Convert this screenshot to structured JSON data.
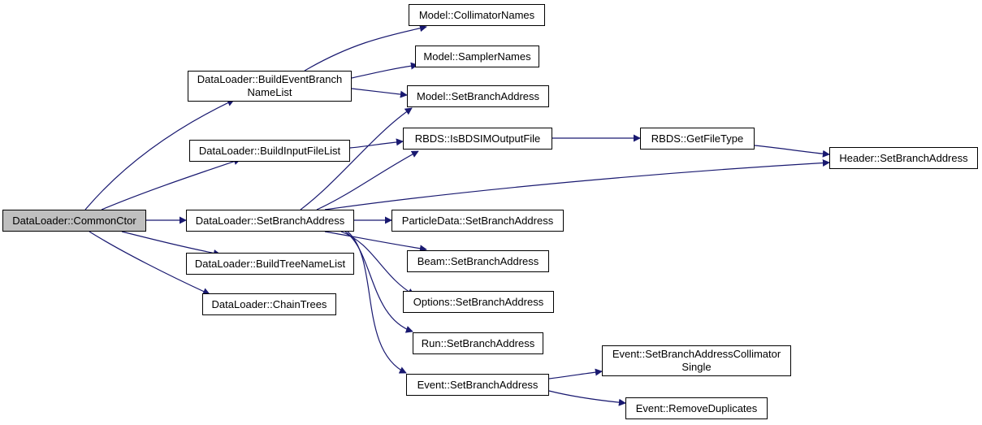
{
  "colors": {
    "edge": "#191970",
    "node_border": "#000000",
    "root_fill": "#bfbfbf",
    "node_fill": "#ffffff"
  },
  "nodes": {
    "common_ctor": [
      "DataLoader::CommonCtor"
    ],
    "build_event_branch_name_list": [
      "DataLoader::BuildEventBranch",
      "NameList"
    ],
    "build_input_file_list": [
      "DataLoader::BuildInputFileList"
    ],
    "set_branch_address": [
      "DataLoader::SetBranchAddress"
    ],
    "build_tree_name_list": [
      "DataLoader::BuildTreeNameList"
    ],
    "chain_trees": [
      "DataLoader::ChainTrees"
    ],
    "model_collimator_names": [
      "Model::CollimatorNames"
    ],
    "model_sampler_names": [
      "Model::SamplerNames"
    ],
    "model_set_branch_address": [
      "Model::SetBranchAddress"
    ],
    "rbds_is_bdsim_output_file": [
      "RBDS::IsBDSIMOutputFile"
    ],
    "rbds_get_file_type": [
      "RBDS::GetFileType"
    ],
    "header_set_branch_address": [
      "Header::SetBranchAddress"
    ],
    "particle_data_set_branch_address": [
      "ParticleData::SetBranchAddress"
    ],
    "beam_set_branch_address": [
      "Beam::SetBranchAddress"
    ],
    "options_set_branch_address": [
      "Options::SetBranchAddress"
    ],
    "run_set_branch_address": [
      "Run::SetBranchAddress"
    ],
    "event_set_branch_address": [
      "Event::SetBranchAddress"
    ],
    "event_set_branch_address_collimator_single": [
      "Event::SetBranchAddressCollimator",
      "Single"
    ],
    "event_remove_duplicates": [
      "Event::RemoveDuplicates"
    ]
  }
}
